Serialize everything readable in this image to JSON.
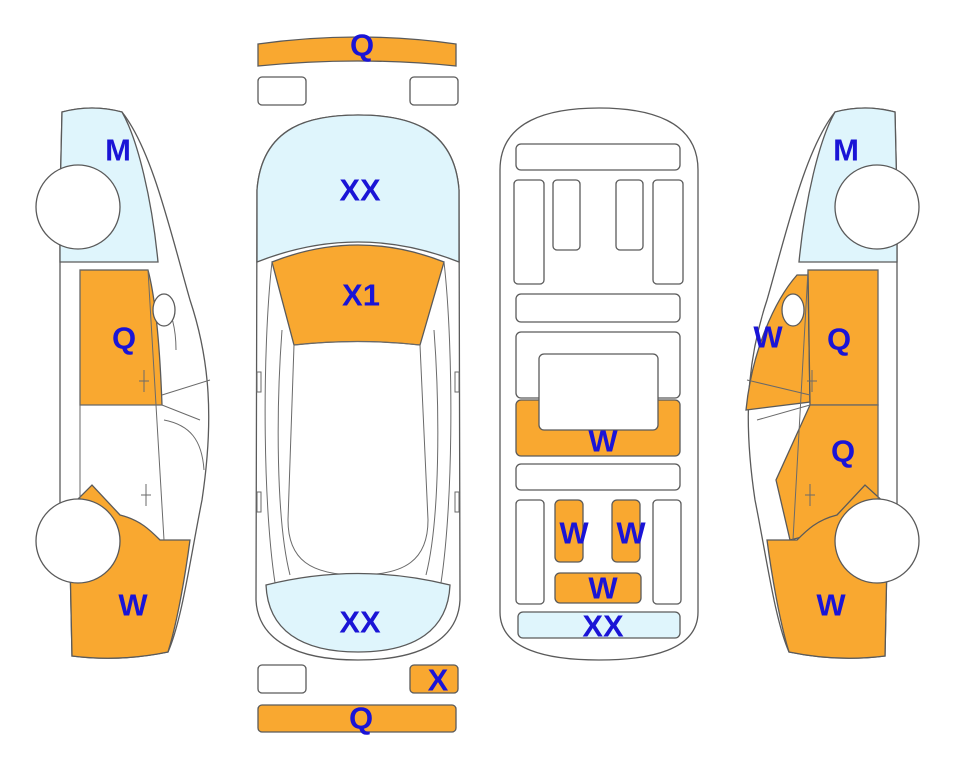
{
  "colors": {
    "damage": "#f9a830",
    "glass": "#dff5fc",
    "body": "#ffffff",
    "outline": "#5a5a5a",
    "label": "#1a14d6"
  },
  "labels": {
    "front_bumper": "Q",
    "windshield": "XX",
    "hood": "X1",
    "rear_glass": "XX",
    "rear_plate": "X",
    "rear_bumper": "Q",
    "trunk": "W",
    "floor_left": "W",
    "floor_right": "W",
    "floor_center": "W",
    "floor_rear": "XX",
    "left_glass": "M",
    "left_front_door": "Q",
    "left_rear": "W",
    "right_glass": "M",
    "right_mirror": "W",
    "right_front_door": "Q",
    "right_rear_door": "Q",
    "right_rear": "W"
  }
}
